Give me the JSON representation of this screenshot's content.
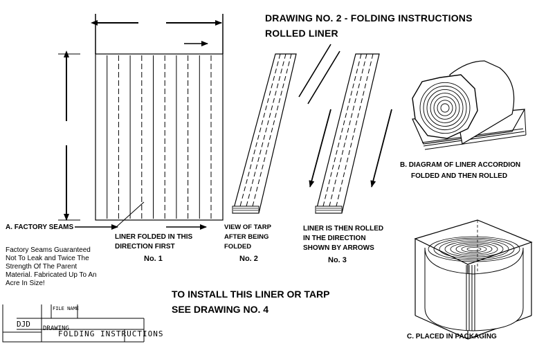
{
  "title": {
    "line1": "DRAWING NO. 2 - FOLDING INSTRUCTIONS",
    "line2": "ROLLED LINER"
  },
  "labels": {
    "factory_seams": "A. FACTORY SEAMS",
    "seam_note": "Factory Seams Guaranteed Not To Leak and Twice The Strength Of The Parent Material.  Fabricated Up To An Acre In Size!",
    "step1_line1": "LINER FOLDED IN THIS",
    "step1_line2": "DIRECTION FIRST",
    "step1_num": "No. 1",
    "step2_line1": "VIEW OF TARP",
    "step2_line2": "AFTER BEING",
    "step2_line3": "FOLDED",
    "step2_num": "No. 2",
    "step3_line1": "LINER IS THEN ROLLED",
    "step3_line2": "IN THE DIRECTION",
    "step3_line3": "SHOWN BY ARROWS",
    "step3_num": "No. 3",
    "b_line1": "B. DIAGRAM OF LINER ACCORDION",
    "b_line2": "FOLDED AND THEN ROLLED",
    "c_label": "C. PLACED IN PACKAGING",
    "install_line1": "TO INSTALL THIS LINER OR TARP",
    "install_line2": "SEE DRAWING NO. 4"
  },
  "title_block": {
    "file_name_label": "FILE NAME",
    "file_name": "FOLDING INSTRUCTIONS",
    "fragment1": "DJD",
    "fragment2": "DRAWING"
  }
}
